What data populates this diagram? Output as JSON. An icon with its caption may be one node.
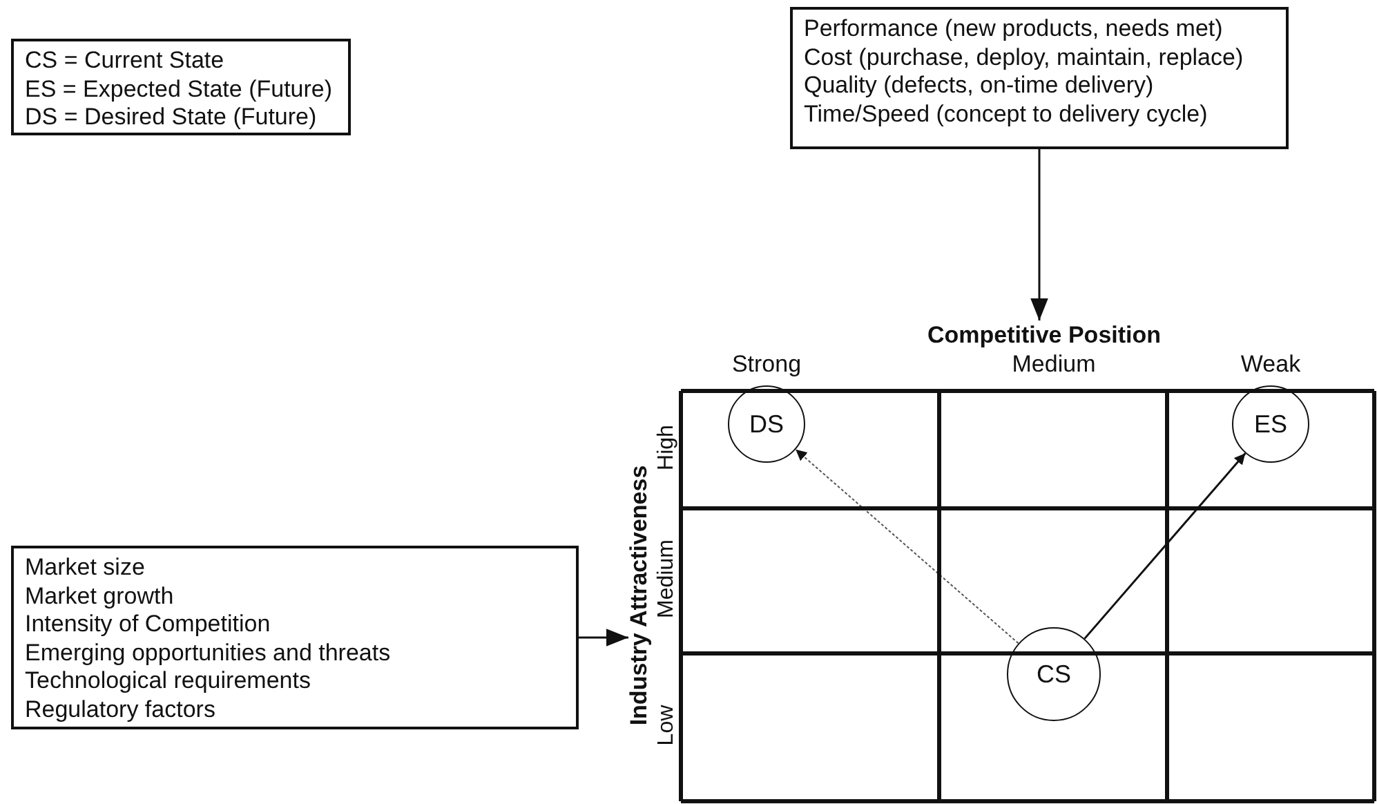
{
  "diagram": {
    "nodes": [
      {
        "text": [
          "CS = Current State",
          "ES = Expected State (Future)",
          "DS = Desired State (Future)"
        ]
      },
      {
        "text": [
          "Performance (new products, needs met)",
          "Cost (purchase, deploy, maintain, replace)",
          "Quality (defects, on-time delivery)",
          "Time/Speed (concept to delivery cycle)"
        ]
      },
      {
        "text": [
          "Market size",
          "Market growth",
          "Intensity of Competition",
          "Emerging opportunities and threats",
          "Technological requirements",
          "Regulatory factors"
        ]
      },
      {
        "text": [
          "Competitive Position",
          "Industry Attractiveness"
        ]
      },
      {
        "text": [
          "DS"
        ],
        "in": 3
      },
      {
        "text": [
          "ES"
        ],
        "in": 3
      },
      {
        "text": [
          "CS"
        ],
        "in": 3
      }
    ],
    "edges": [
      {
        "from": 1,
        "to": 3,
        "arrow": "to"
      },
      {
        "from": 2,
        "to": 3,
        "arrow": "to"
      },
      {
        "from": 6,
        "to": 4,
        "arrow": "to",
        "style": "dashed"
      },
      {
        "from": 6,
        "to": 5,
        "arrow": "to"
      }
    ],
    "labels": [
      "Strong",
      "Medium",
      "Weak",
      "High",
      "Medium",
      "Low"
    ]
  }
}
